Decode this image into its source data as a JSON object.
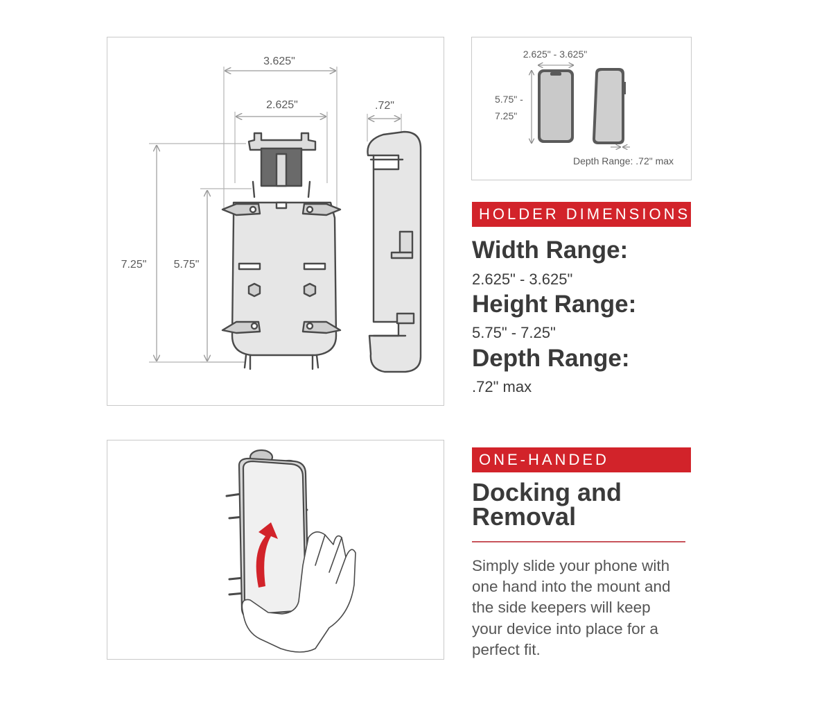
{
  "diagram_main": {
    "outer_width": "3.625\"",
    "inner_width": "2.625\"",
    "depth": ".72\"",
    "outer_height": "7.25\"",
    "inner_height": "5.75\""
  },
  "diagram_phone": {
    "width_range": "2.625\" - 3.625\"",
    "height_range_line1": "5.75\" -",
    "height_range_line2": "7.25\"",
    "depth_note": "Depth Range: .72\" max"
  },
  "dimensions": {
    "banner": "HOLDER DIMENSIONS",
    "width_heading": "Width Range:",
    "width_value": "2.625\" - 3.625\"",
    "height_heading": "Height Range:",
    "height_value": "5.75\" - 7.25\"",
    "depth_heading": "Depth Range:",
    "depth_value": ".72\" max"
  },
  "docking": {
    "banner": "ONE-HANDED",
    "heading_line1": "Docking and",
    "heading_line2": "Removal",
    "body_line1": "Simply slide your phone with",
    "body_line2": "one hand into the mount and",
    "body_line3": "the side keepers will keep",
    "body_line4": "your device into place for a",
    "body_line5": "perfect fit."
  },
  "colors": {
    "accent_red": "#d2232a",
    "line_gray": "#5a5a5a",
    "fill_gray": "#e6e6e6"
  }
}
